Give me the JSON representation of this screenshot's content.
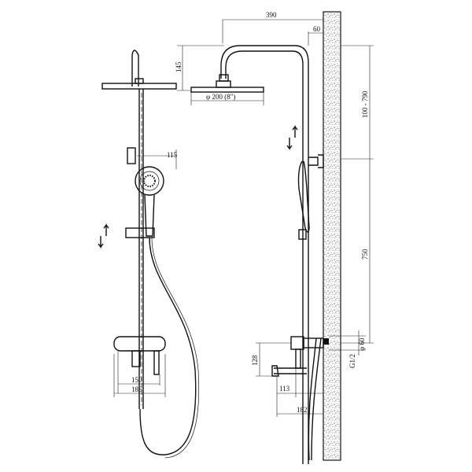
{
  "dimensions": {
    "top_arm_reach": "390",
    "wall_offset": "60",
    "head_drop": "145",
    "head_diameter": "φ 200 (8\")",
    "height_range": "100 - 790",
    "hand_shower_width": "115",
    "slide_height": "750",
    "mixer_to_spout": "128",
    "flange_diameter": "φ 60",
    "thread": "G1/2",
    "mixer_width": "150",
    "mixer_total_width": "186",
    "spout_offset_mixer": "113",
    "spout_projection": "182"
  },
  "colors": {
    "line": "#111111",
    "wall_fill": "#e9e9e9"
  }
}
